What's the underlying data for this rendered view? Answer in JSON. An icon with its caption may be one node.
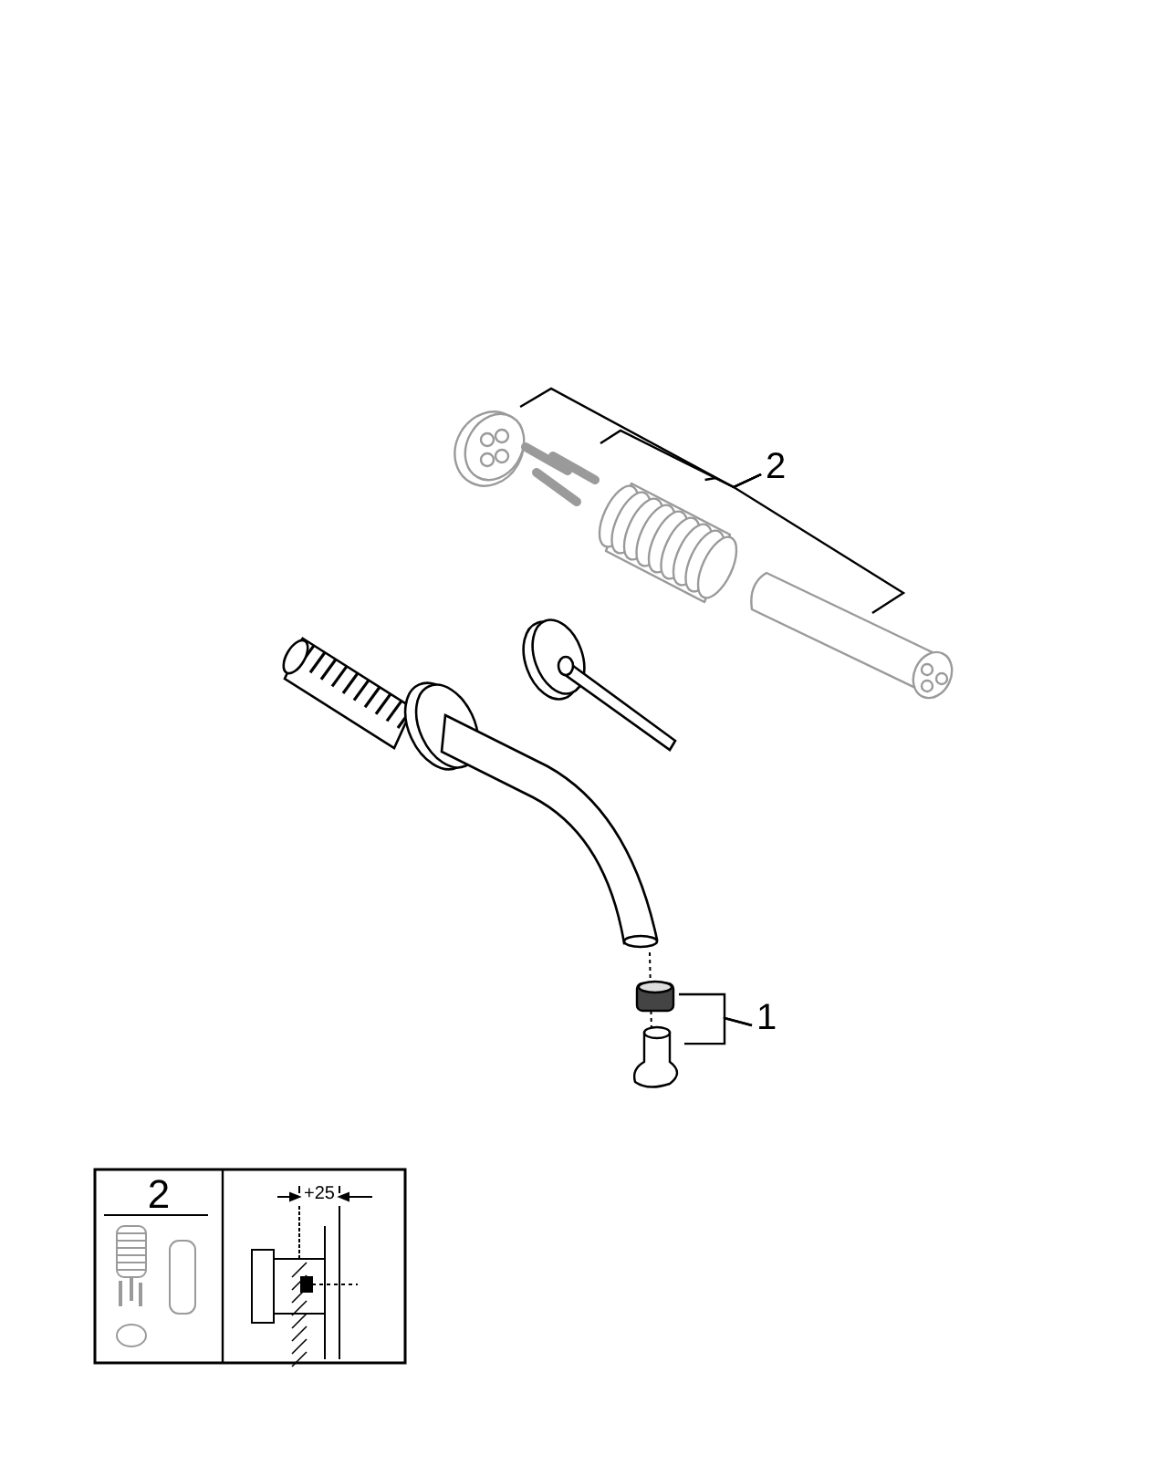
{
  "diagram": {
    "nodes": [
      {
        "text": [
          "2"
        ]
      },
      {
        "text": [],
        "shape": "picture"
      },
      {
        "text": [],
        "shape": "picture"
      },
      {
        "text": [],
        "shape": "picture"
      },
      {
        "text": [],
        "shape": "picture"
      },
      {
        "text": [
          "1"
        ]
      },
      {
        "text": [],
        "shape": "picture"
      },
      {
        "text": [],
        "shape": "picture"
      }
    ],
    "edges": [
      {
        "from": 0,
        "to": 1,
        "arrow": "none"
      },
      {
        "from": 0,
        "to": 2,
        "arrow": "none"
      },
      {
        "from": 0,
        "to": 3,
        "arrow": "none"
      },
      {
        "from": 0,
        "to": 4,
        "arrow": "none"
      },
      {
        "from": 5,
        "to": 6,
        "arrow": "none"
      },
      {
        "from": 5,
        "to": 7,
        "arrow": "none"
      }
    ],
    "labels": [
      "2",
      "+25"
    ]
  }
}
